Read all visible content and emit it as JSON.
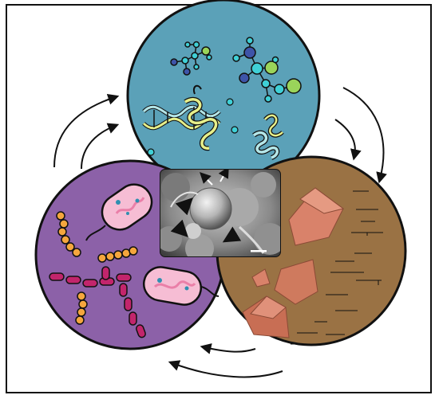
{
  "figure": {
    "panels": [
      {
        "name": "biomolecules",
        "icons": [
          "dna-helix-icon",
          "molecule-network-icon"
        ]
      },
      {
        "name": "microorganisms",
        "icons": [
          "bacterium-icon",
          "streptococcus-chain-icon",
          "filament-chain-icon"
        ]
      },
      {
        "name": "minerals",
        "icons": [
          "crystal-icon"
        ]
      }
    ],
    "center_image": "sem-micrograph",
    "cycle": "clockwise-arrows"
  },
  "colors": {
    "biomolecules_bg": "#5ba1b8",
    "microorganisms_bg": "#8c61a8",
    "minerals_bg": "#9a7244",
    "outline": "#111111",
    "arrow": "#111111",
    "red_marker": "#e0231c",
    "crystal": "#cf7a5e"
  }
}
